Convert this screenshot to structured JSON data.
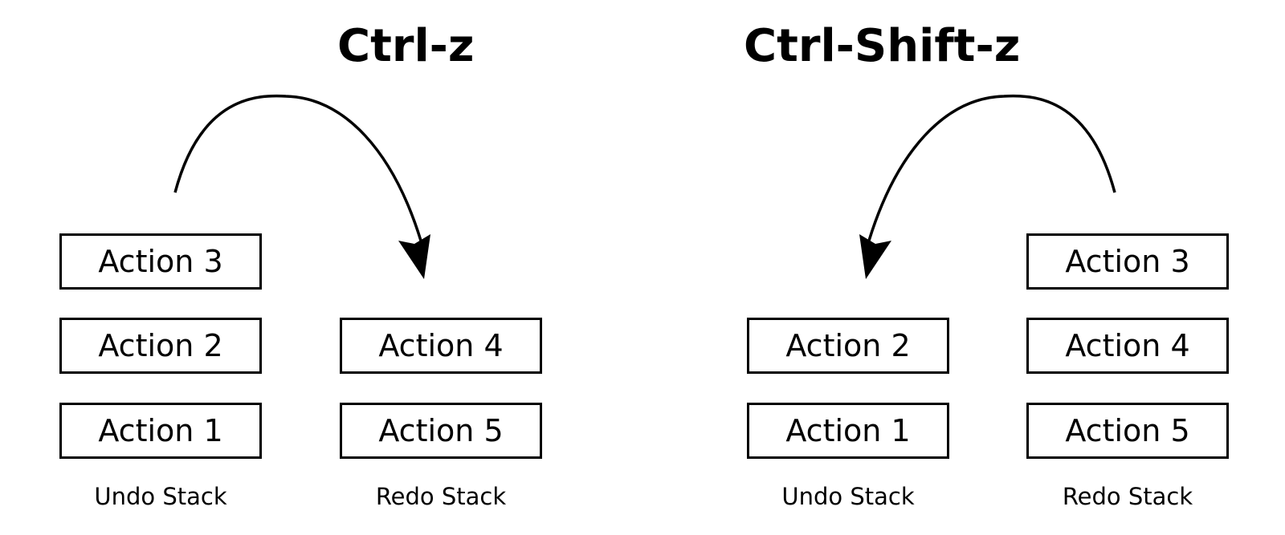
{
  "panels": [
    {
      "title": "Ctrl-z",
      "undo_stack": {
        "label": "Undo Stack",
        "items": [
          "Action 3",
          "Action 2",
          "Action 1"
        ]
      },
      "redo_stack": {
        "label": "Redo Stack",
        "items": [
          "Action 4",
          "Action 5"
        ]
      }
    },
    {
      "title": "Ctrl-Shift-z",
      "undo_stack": {
        "label": "Undo Stack",
        "items": [
          "Action 2",
          "Action 1"
        ]
      },
      "redo_stack": {
        "label": "Redo Stack",
        "items": [
          "Action 3",
          "Action 4",
          "Action 5"
        ]
      }
    }
  ]
}
